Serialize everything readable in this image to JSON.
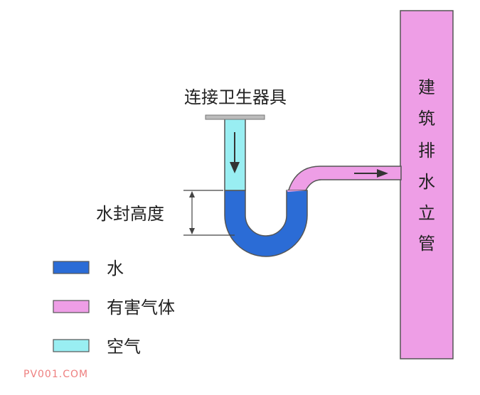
{
  "labels": {
    "fixture_connection": "连接卫生器具",
    "water_seal_height": "水封高度",
    "drain_stack_chars": [
      "建",
      "筑",
      "排",
      "水",
      "立",
      "管"
    ]
  },
  "legend": [
    {
      "name": "water",
      "label": "水",
      "color": "#2b6cd6"
    },
    {
      "name": "harmful-gas",
      "label": "有害气体",
      "color": "#ee9ee6"
    },
    {
      "name": "air",
      "label": "空气",
      "color": "#99eef2"
    }
  ],
  "colors": {
    "water": "#2b6cd6",
    "gas": "#ee9ee6",
    "air": "#99eef2",
    "outline": "#555555",
    "dimension": "#444444",
    "arrow": "#333333"
  },
  "watermark": "PV001.COM"
}
